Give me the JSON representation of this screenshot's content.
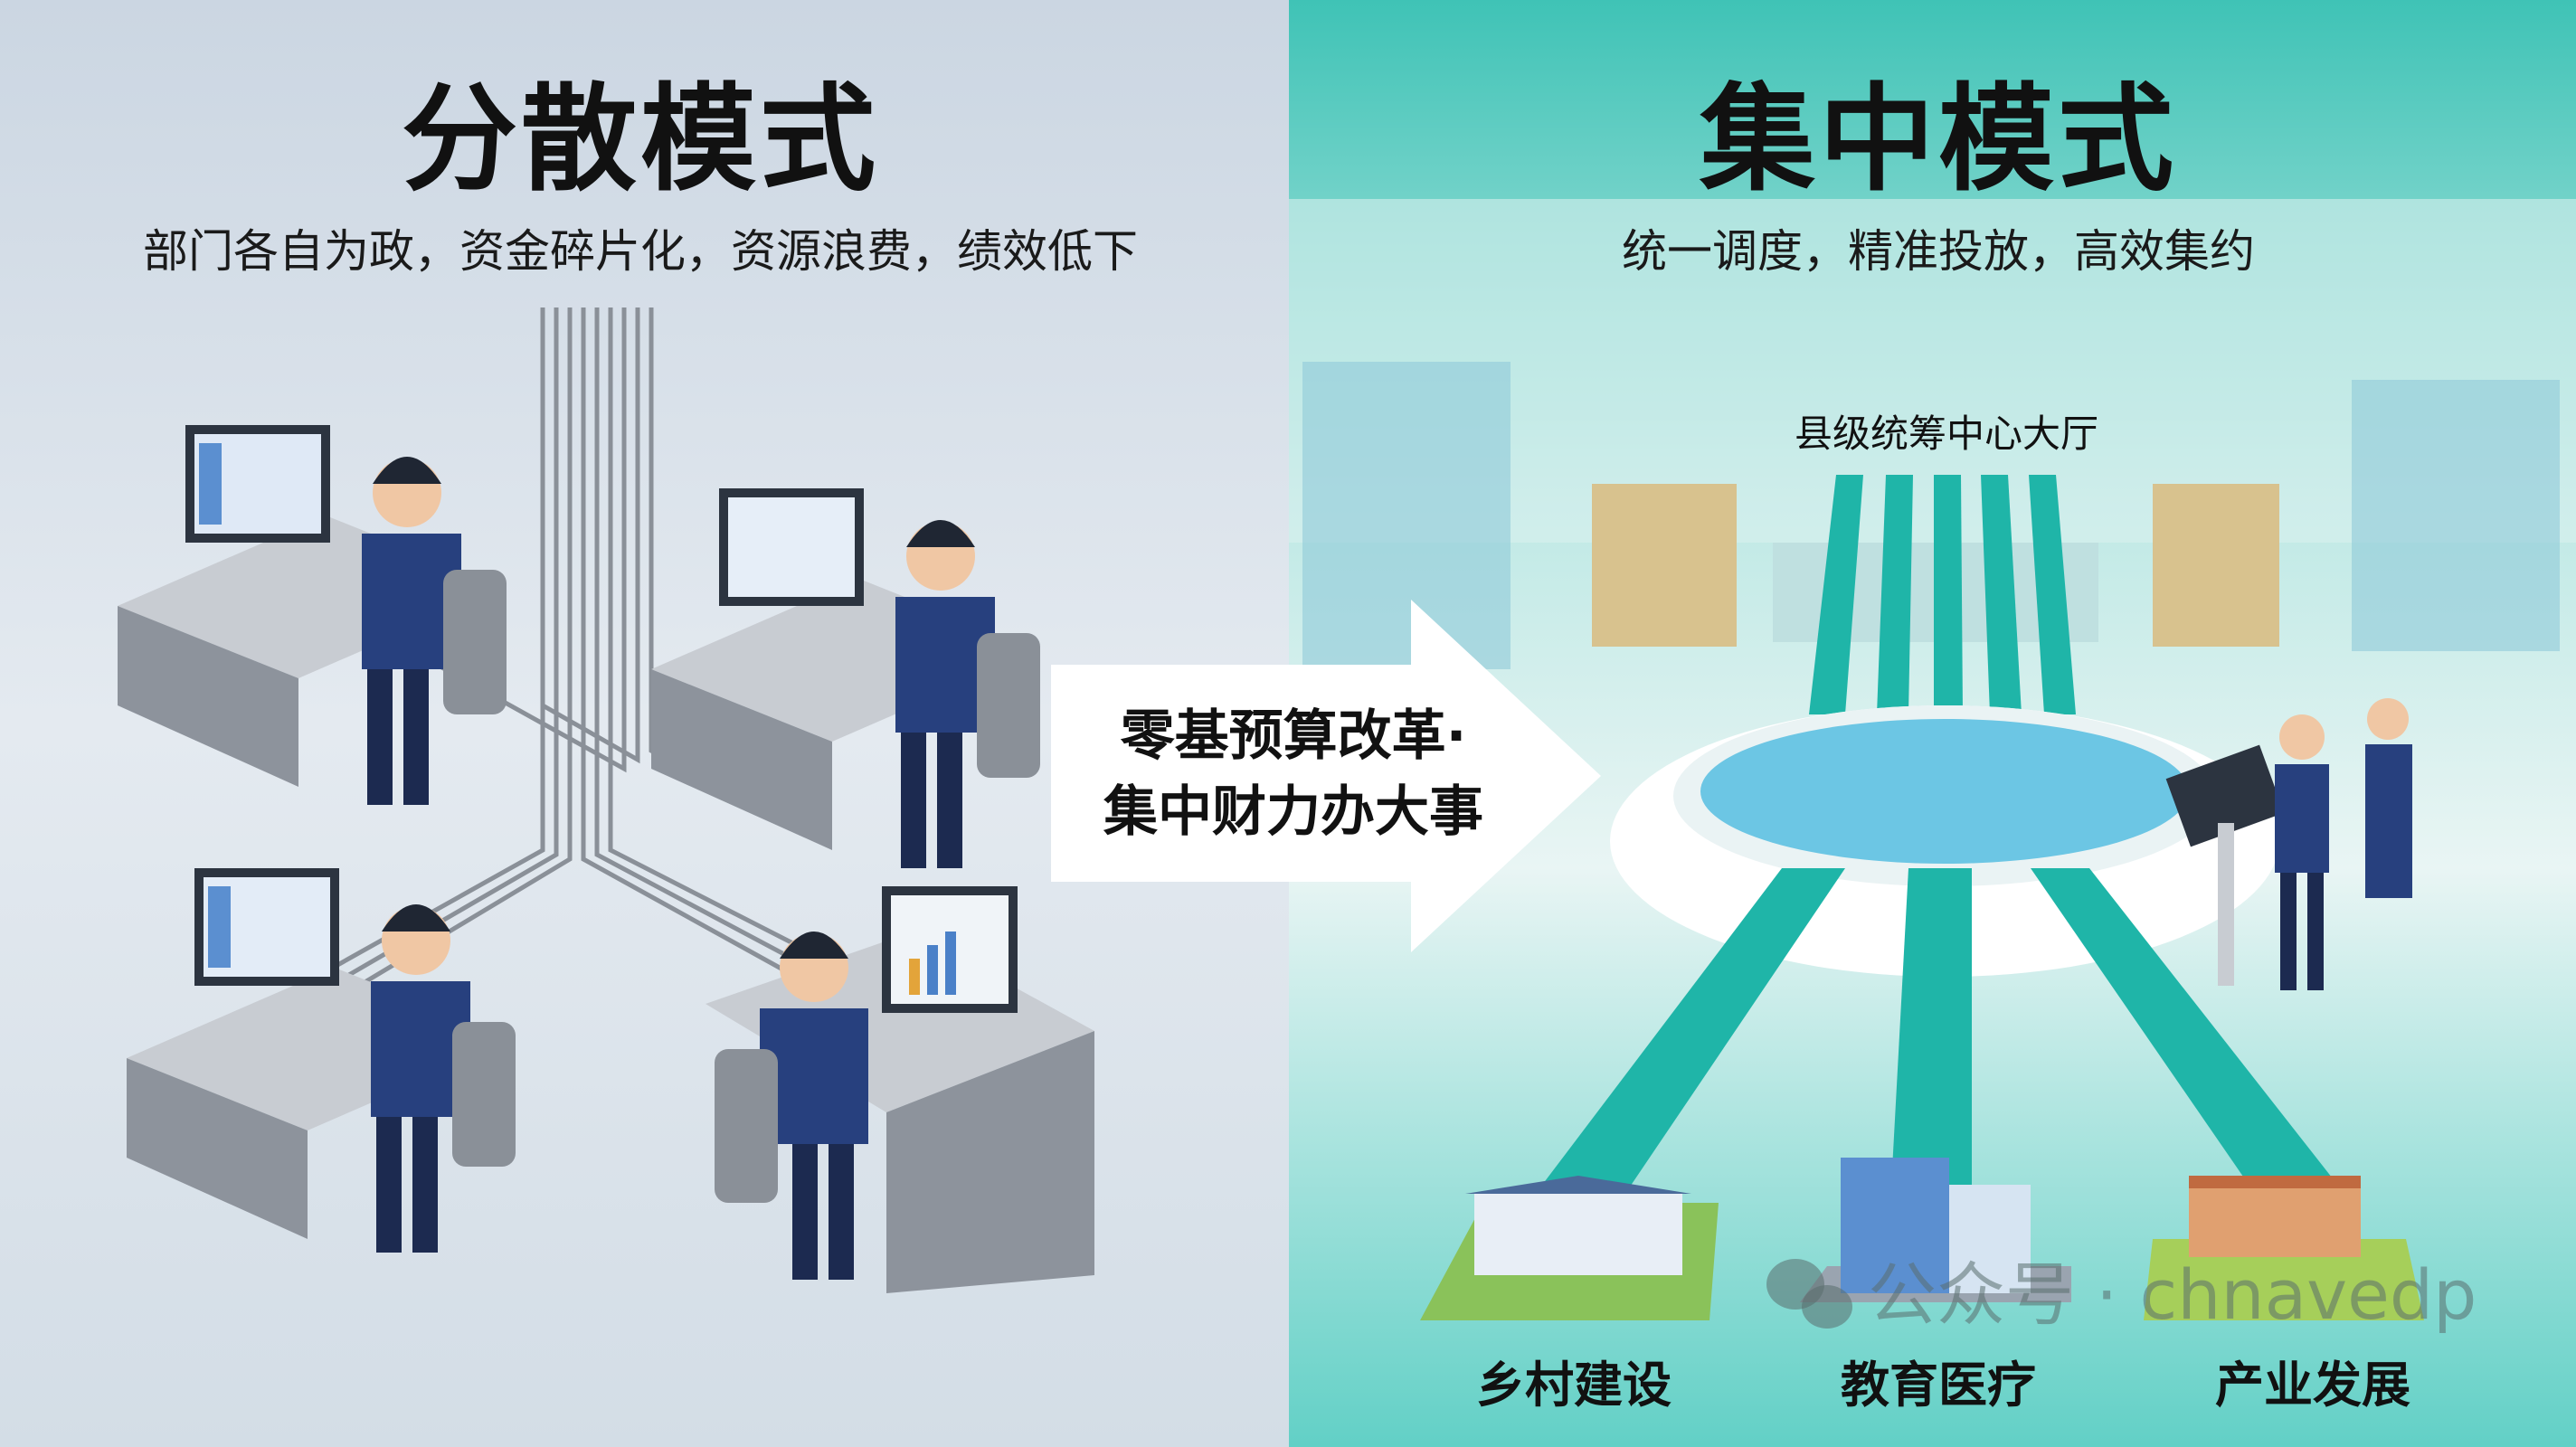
{
  "left": {
    "title": "分散模式",
    "subtitle": "部门各自为政，资金碎片化，资源浪费，绩效低下"
  },
  "right": {
    "title": "集中模式",
    "subtitle": "统一调度，精准投放，高效集约",
    "hall_sign": "县级统筹中心大厅",
    "destinations": [
      "乡村建设",
      "教育医疗",
      "产业发展"
    ]
  },
  "center_arrow": {
    "line1": "零基预算改革·",
    "line2": "集中财力办大事"
  },
  "watermark": "公众号 · chnavedp",
  "colors": {
    "left_bg": "#dfe7ef",
    "right_bg": "#5fd0c6",
    "teal_stream": "#1fb5a8",
    "suit": "#27407e"
  }
}
